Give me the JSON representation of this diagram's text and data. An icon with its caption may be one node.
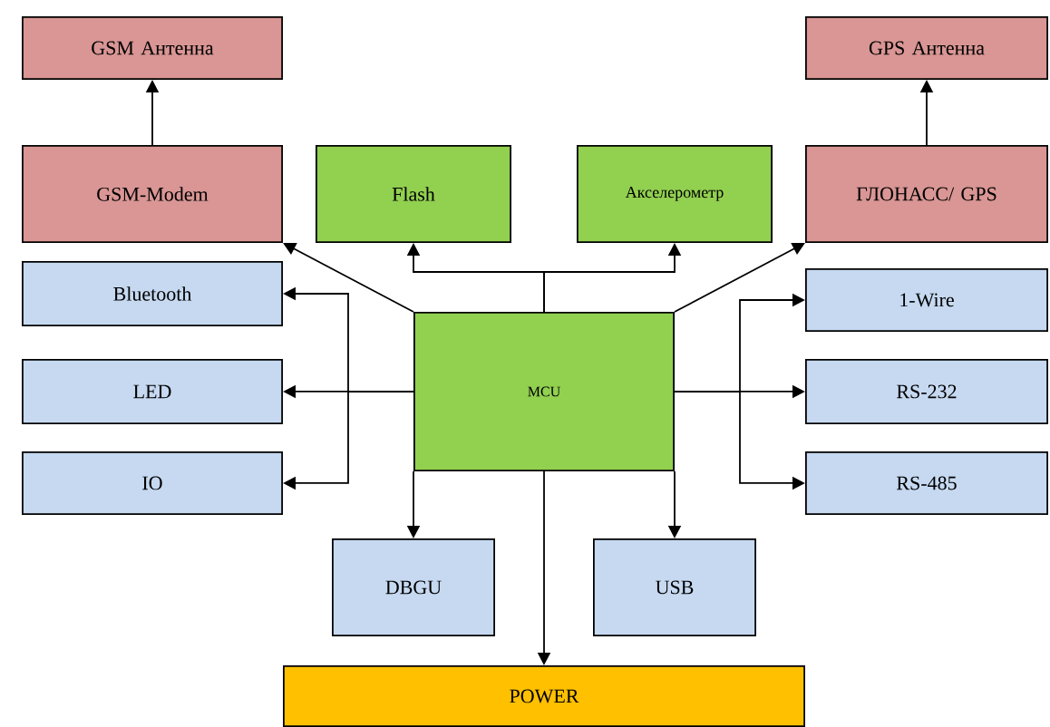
{
  "diagram": {
    "nodes": [
      {
        "text": [
          "GSM Антенна"
        ]
      },
      {
        "text": [
          "GPS Антенна"
        ]
      },
      {
        "text": [
          "GSM-Modem"
        ]
      },
      {
        "text": [
          "Flash"
        ]
      },
      {
        "text": [
          "Акселерометр"
        ]
      },
      {
        "text": [
          "ГЛОНАСС/ GPS"
        ]
      },
      {
        "text": [
          "Bluetooth"
        ]
      },
      {
        "text": [
          "1-Wire"
        ]
      },
      {
        "text": [
          "LED"
        ]
      },
      {
        "text": [
          "RS-232"
        ]
      },
      {
        "text": [
          "IO"
        ]
      },
      {
        "text": [
          "RS-485"
        ]
      },
      {
        "text": [
          "MCU"
        ]
      },
      {
        "text": [
          "DBGU"
        ]
      },
      {
        "text": [
          "USB"
        ]
      },
      {
        "text": [
          "POWER"
        ]
      }
    ],
    "edges": [
      {
        "from": 2,
        "to": 0,
        "arrow": "to"
      },
      {
        "from": 5,
        "to": 1,
        "arrow": "to"
      },
      {
        "from": 12,
        "to": 3,
        "arrow": "to"
      },
      {
        "from": 12,
        "to": 4,
        "arrow": "to"
      },
      {
        "from": 12,
        "to": 2,
        "arrow": "to"
      },
      {
        "from": 12,
        "to": 5,
        "arrow": "to"
      },
      {
        "from": 12,
        "to": 6,
        "arrow": "to"
      },
      {
        "from": 12,
        "to": 8,
        "arrow": "to"
      },
      {
        "from": 12,
        "to": 10,
        "arrow": "to"
      },
      {
        "from": 12,
        "to": 7,
        "arrow": "to"
      },
      {
        "from": 12,
        "to": 9,
        "arrow": "to"
      },
      {
        "from": 12,
        "to": 11,
        "arrow": "to"
      },
      {
        "from": 12,
        "to": 13,
        "arrow": "to"
      },
      {
        "from": 12,
        "to": 14,
        "arrow": "to"
      },
      {
        "from": 12,
        "to": 15,
        "arrow": "to"
      }
    ]
  }
}
